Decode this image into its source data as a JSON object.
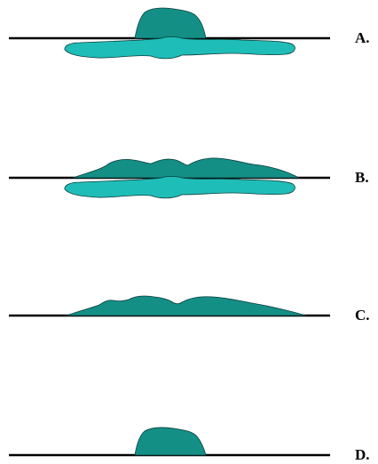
{
  "colors": {
    "upper_shape_fill": "#148f86",
    "lower_shape_fill": "#1fbdb8",
    "shape_outline": "#0a3f3c",
    "baseline": "#000000",
    "background": "#ffffff"
  },
  "panels": [
    {
      "label": "A."
    },
    {
      "label": "B."
    },
    {
      "label": "C."
    },
    {
      "label": "D."
    }
  ]
}
